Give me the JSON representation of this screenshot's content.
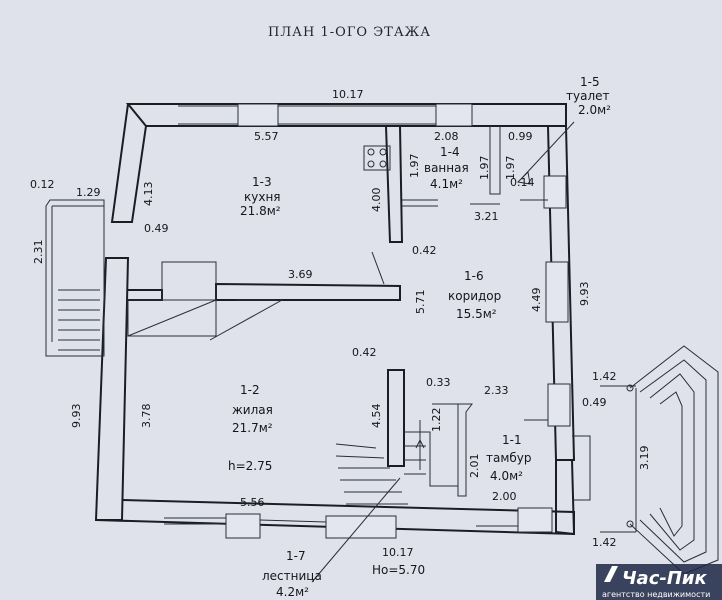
{
  "title": "ПЛАН 1-ОГО ЭТАЖА",
  "rooms": [
    {
      "num": "1-3",
      "name": "кухня",
      "area": "21.8м²"
    },
    {
      "num": "1-4",
      "name": "ванная",
      "area": "4.1м²"
    },
    {
      "num": "1-5",
      "name": "туалет",
      "area": "2.0м²"
    },
    {
      "num": "1-6",
      "name": "коридор",
      "area": "15.5м²"
    },
    {
      "num": "1-2",
      "name": "жилая",
      "area": "21.7м²"
    },
    {
      "num": "1-1",
      "name": "тамбур",
      "area": "4.0м²"
    },
    {
      "num": "1-7",
      "name": "лестница",
      "area": "4.2м²"
    }
  ],
  "heights": {
    "room": "h=2.75",
    "stair": "Hо=5.70"
  },
  "dimensions": [
    "10.17",
    "5.57",
    "2.08",
    "0.99",
    "1.97",
    "1.97",
    "1.97",
    "0.14",
    "3.21",
    "4.00",
    "0.42",
    "0.12",
    "1.29",
    "4.13",
    "0.49",
    "2.31",
    "3.69",
    "5.71",
    "4.49",
    "9.93",
    "9.93",
    "3.78",
    "0.42",
    "4.54",
    "0.33",
    "2.33",
    "1.42",
    "0.49",
    "1.22",
    "2.01",
    "2.00",
    "3.19",
    "5.56",
    "1.42",
    "10.17"
  ],
  "brand": {
    "name": "Час-Пик",
    "tagline": "агентство недвижимости"
  }
}
